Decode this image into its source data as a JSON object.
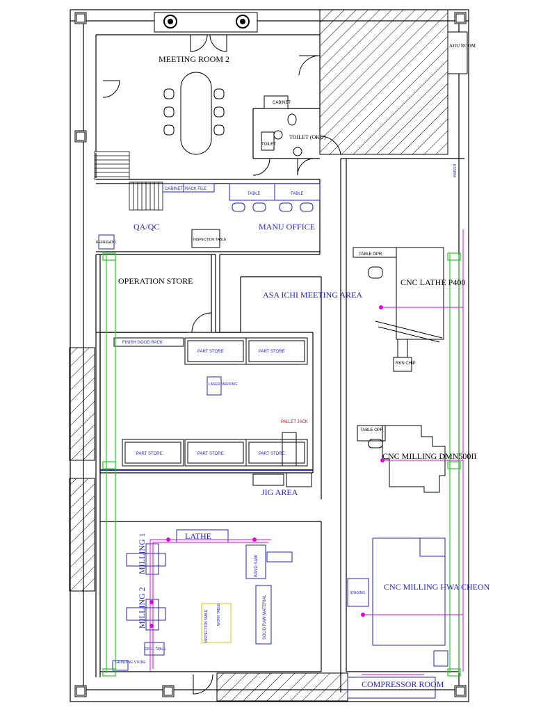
{
  "rooms": {
    "meeting_room_2": "MEETING ROOM 2",
    "ahu_room": "AHU ROOM",
    "cabinet_top": "CABINET",
    "toilet": "TOILET",
    "toilet_oku": "TOILET (OKU)",
    "cabinet": "CABINET",
    "rack_file": "RACK FILE",
    "table_1": "TABLE",
    "table_2": "TABLE",
    "qa_qc": "QA/QC",
    "manu_office": "MANU OFFICE",
    "inspection_table": "INSPECTION TABLE",
    "refrigerator": "REFRIGATO",
    "operation_store": "OPERATION STORE",
    "asa_ichi_meeting_area": "ASA ICHI MEETING AREA",
    "finish_good_rack": "FINISH GOOD RACK",
    "part_store_labels": [
      "PART STORE",
      "PART STORE",
      "PART STORE",
      "PART STORE",
      "PART STORE"
    ],
    "laser_marking": "LASER MARKING",
    "pallet_jack": "PALLET JACK",
    "jig_area": "JIG AREA",
    "table_opr_1": "TABLE OPR",
    "cnc_lathe": "CNC LATHE P400",
    "rkn_chip": "RKN CHIP",
    "table_opr_2": "TABLE OPR",
    "cnc_milling_dmn": "CNC MILLING DMN500II",
    "cnc_milling_hwa": "CNC MILLING HWA CHEON",
    "staging": "STAGING",
    "compressor_room": "COMPRESSOR ROOM",
    "lathe": "LATHE",
    "milling_1": "MILLING 1",
    "milling_2": "MILLING 2",
    "band_saw": "BAND SAW",
    "solid_raw_material": "SOLID RAW MATERIAL",
    "work_table": "WORK TABLE",
    "inspection_table_2": "INSPECTION TABLE",
    "drill_table": "DRILL TABLE",
    "grinding_stone": "GRINDING STONE",
    "side_label": "ESSIKM"
  },
  "colors": {
    "wall": "#000000",
    "annotation": "#1f1fd0",
    "green_rail": "#22cc22",
    "magenta_line": "#e000e0",
    "red_text": "#e00000",
    "yellow_box": "#e8c000"
  }
}
